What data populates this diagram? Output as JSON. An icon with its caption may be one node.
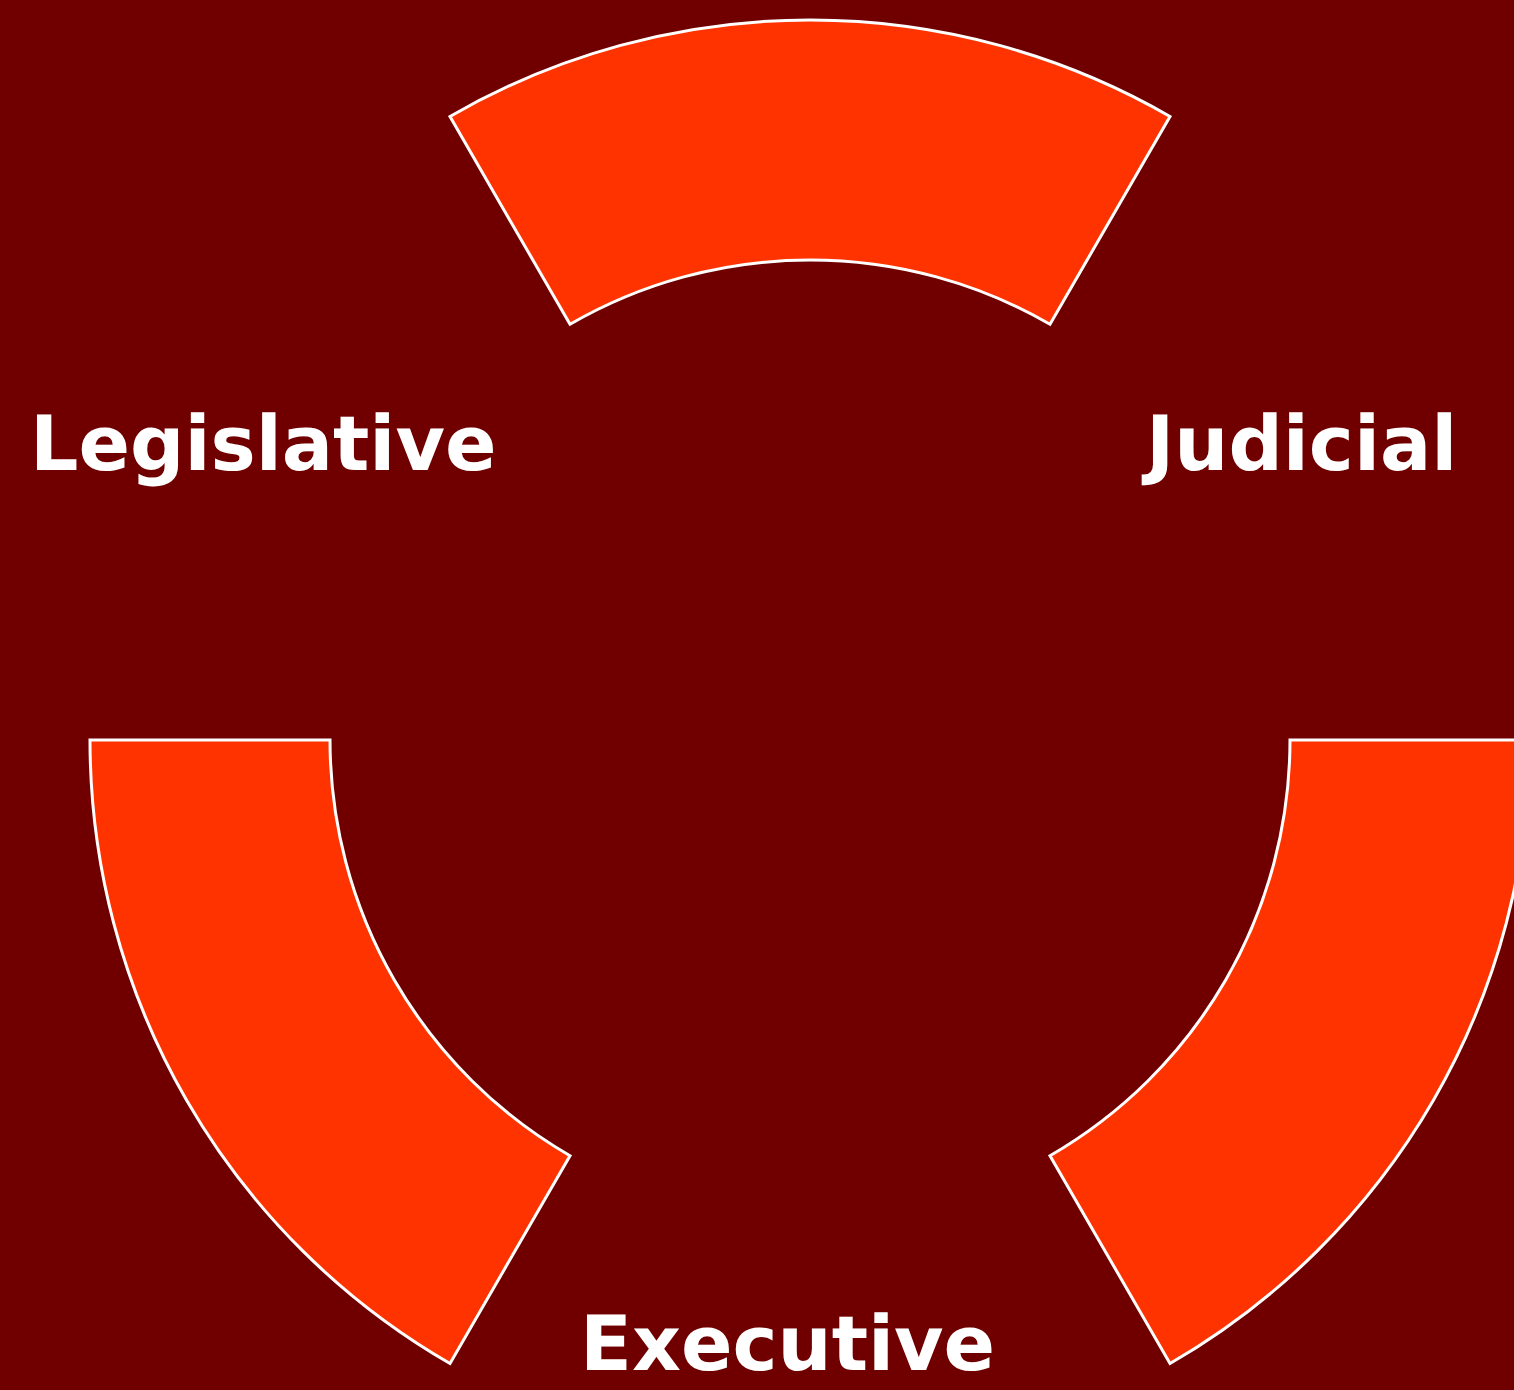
{
  "diagram": {
    "nodes": [
      {
        "text": [],
        "shape": "arc"
      },
      {
        "text": [
          "Legislative"
        ]
      },
      {
        "text": [
          "Judicial"
        ]
      },
      {
        "text": [],
        "shape": "arc"
      },
      {
        "text": [],
        "shape": "arc"
      },
      {
        "text": [
          "Executive"
        ]
      }
    ]
  }
}
